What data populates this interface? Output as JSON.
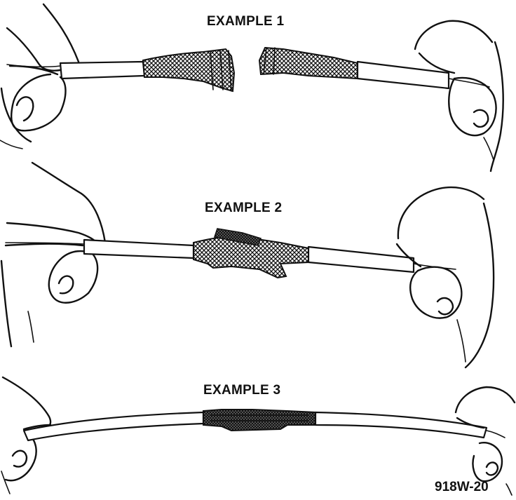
{
  "figure": {
    "example_1_label": "EXAMPLE 1",
    "example_2_label": "EXAMPLE 2",
    "example_3_label": "EXAMPLE 3",
    "figure_code": "918W-20"
  },
  "colors": {
    "ink": "#111111",
    "background": "#ffffff"
  }
}
